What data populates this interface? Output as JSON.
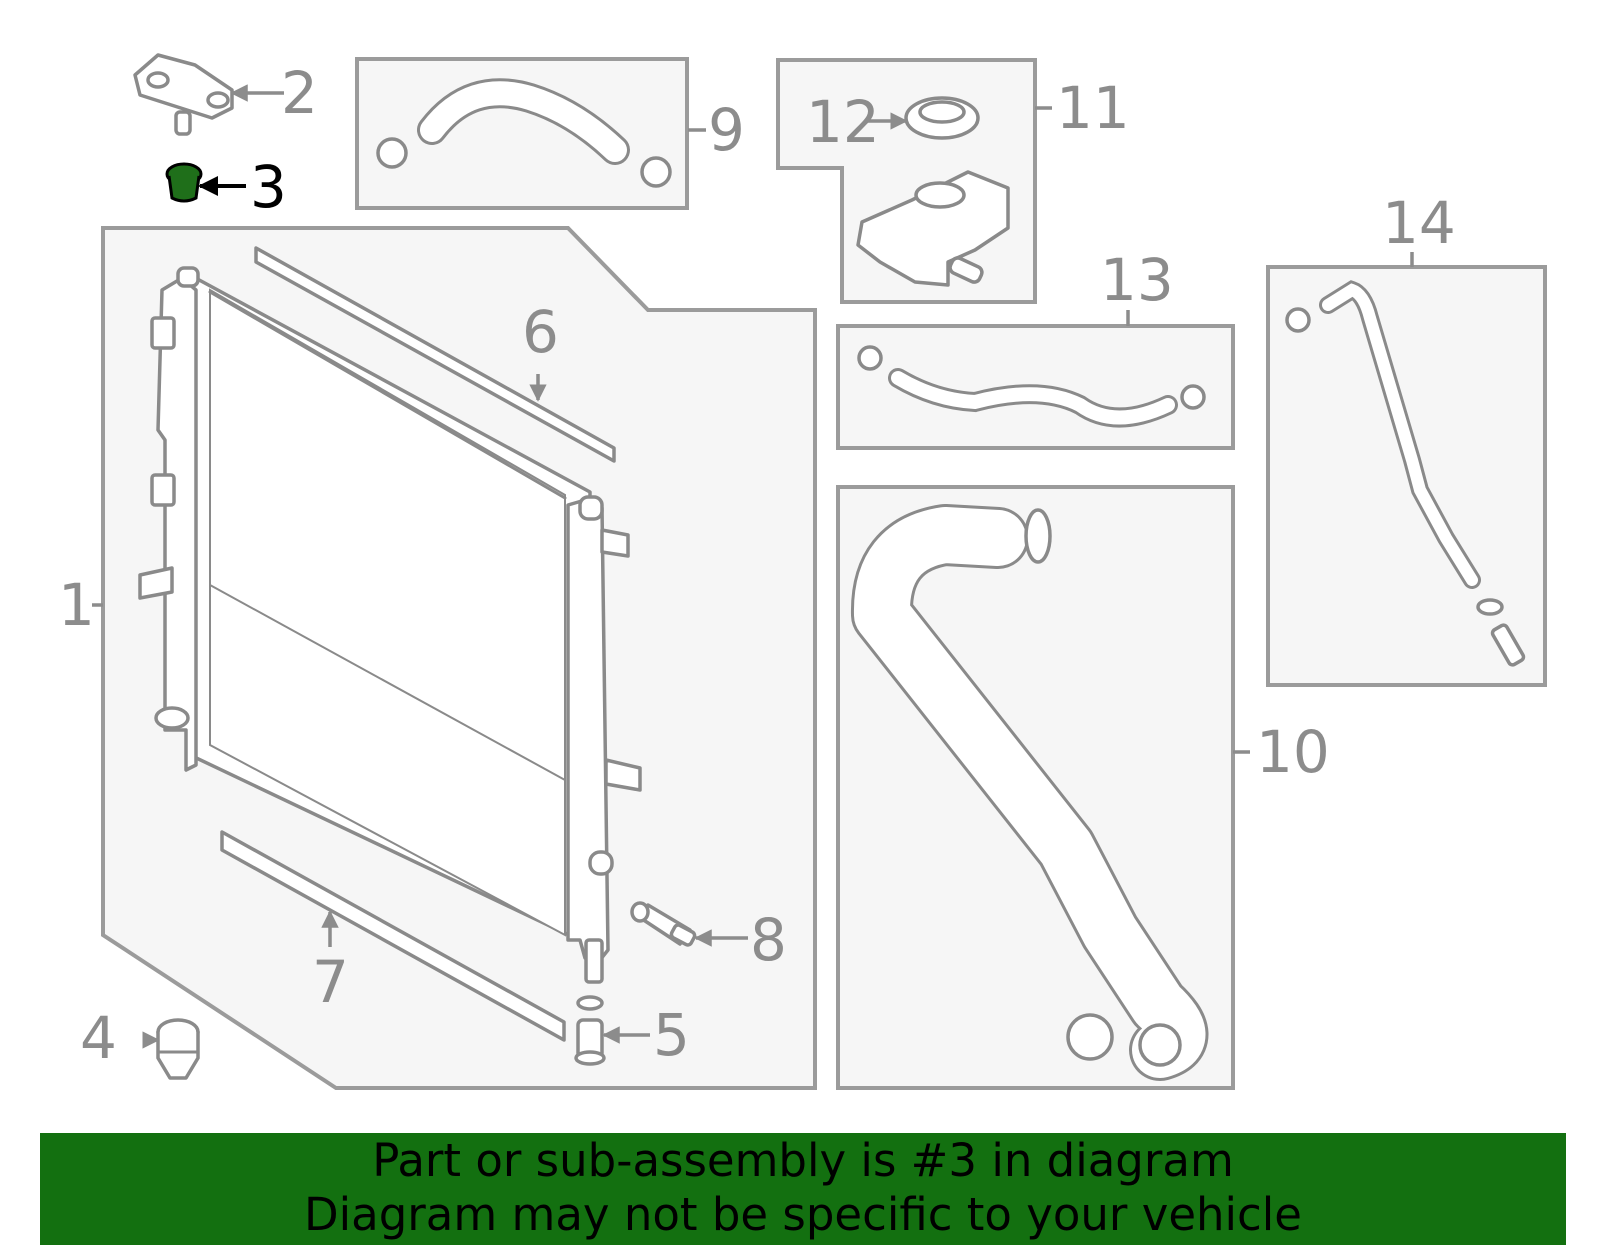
{
  "diagram": {
    "highlighted_part": "3",
    "highlight_color": "#1f6f1a",
    "callouts": [
      "1",
      "2",
      "3",
      "4",
      "5",
      "6",
      "7",
      "8",
      "9",
      "10",
      "11",
      "12",
      "13",
      "14"
    ]
  },
  "banner": {
    "line1": "Part or sub-assembly is #3 in diagram",
    "line2": "Diagram may not be specific to your vehicle",
    "background_color": "#137010"
  }
}
